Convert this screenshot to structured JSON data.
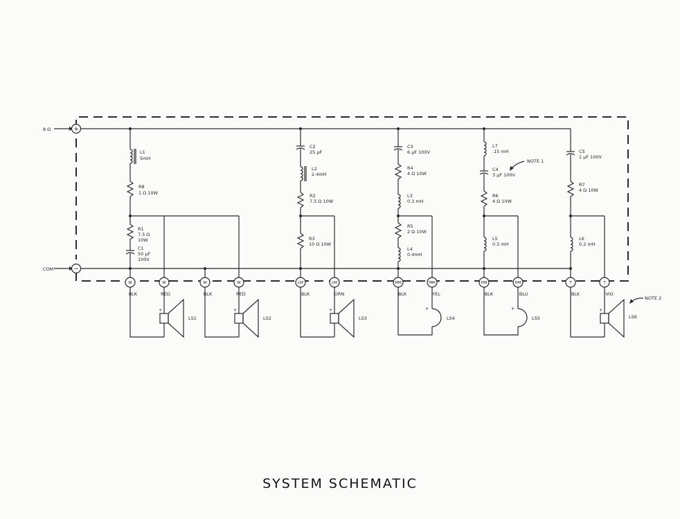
{
  "title": "SYSTEM SCHEMATIC",
  "inputs": {
    "positive": "8 Ω",
    "common": "COM",
    "plus_sign": "+",
    "minus_sign": "−"
  },
  "components": {
    "L1": [
      "L1",
      "5mH"
    ],
    "R8": [
      "R8",
      "1 Ω 10W"
    ],
    "R1": [
      "R1",
      "7.5 Ω",
      "10W"
    ],
    "C1": [
      "C1",
      "50 μF",
      "100V"
    ],
    "C2": [
      "C2",
      "25 μF"
    ],
    "L2": [
      "L2",
      "2.4mH"
    ],
    "R2": [
      "R2",
      "7.5 Ω 10W"
    ],
    "R3": [
      "R3",
      "10 Ω 10W"
    ],
    "C3": [
      "C3",
      "6 μF 100V"
    ],
    "R4": [
      "R4",
      "4 Ω 10W"
    ],
    "L3": [
      "L3",
      "0.3 mH"
    ],
    "R5": [
      "R5",
      "2 Ω 10W"
    ],
    "L4": [
      "L4",
      "0.4mH"
    ],
    "L7": [
      "L7",
      ".15 mH"
    ],
    "C4": [
      "C4",
      "3 μF 100V"
    ],
    "R6": [
      "R6",
      "4 Ω 10W"
    ],
    "L5": [
      "L5",
      "0.5 mH"
    ],
    "C5": [
      "C5",
      "1 μF 100V"
    ],
    "R7": [
      "R7",
      "4 Ω 10W"
    ],
    "L6": [
      "L6",
      "0.2 mH"
    ]
  },
  "notes": {
    "note1": "NOTE 1",
    "note2": "NOTE 2"
  },
  "terminals": [
    "W",
    "W",
    "W",
    "W",
    "LM",
    "LM",
    "MM",
    "MM",
    "HM",
    "HM",
    "T",
    "T"
  ],
  "wire_colors": [
    "BLK",
    "RED",
    "BLK",
    "RED",
    "BLK",
    "ORN",
    "BLK",
    "YEL",
    "BLK",
    "BLU",
    "BLK",
    "VIO"
  ],
  "speakers": [
    "LS1",
    "LS2",
    "LS3",
    "LS4",
    "LS5",
    "LS6"
  ],
  "speaker_polarity": "+"
}
